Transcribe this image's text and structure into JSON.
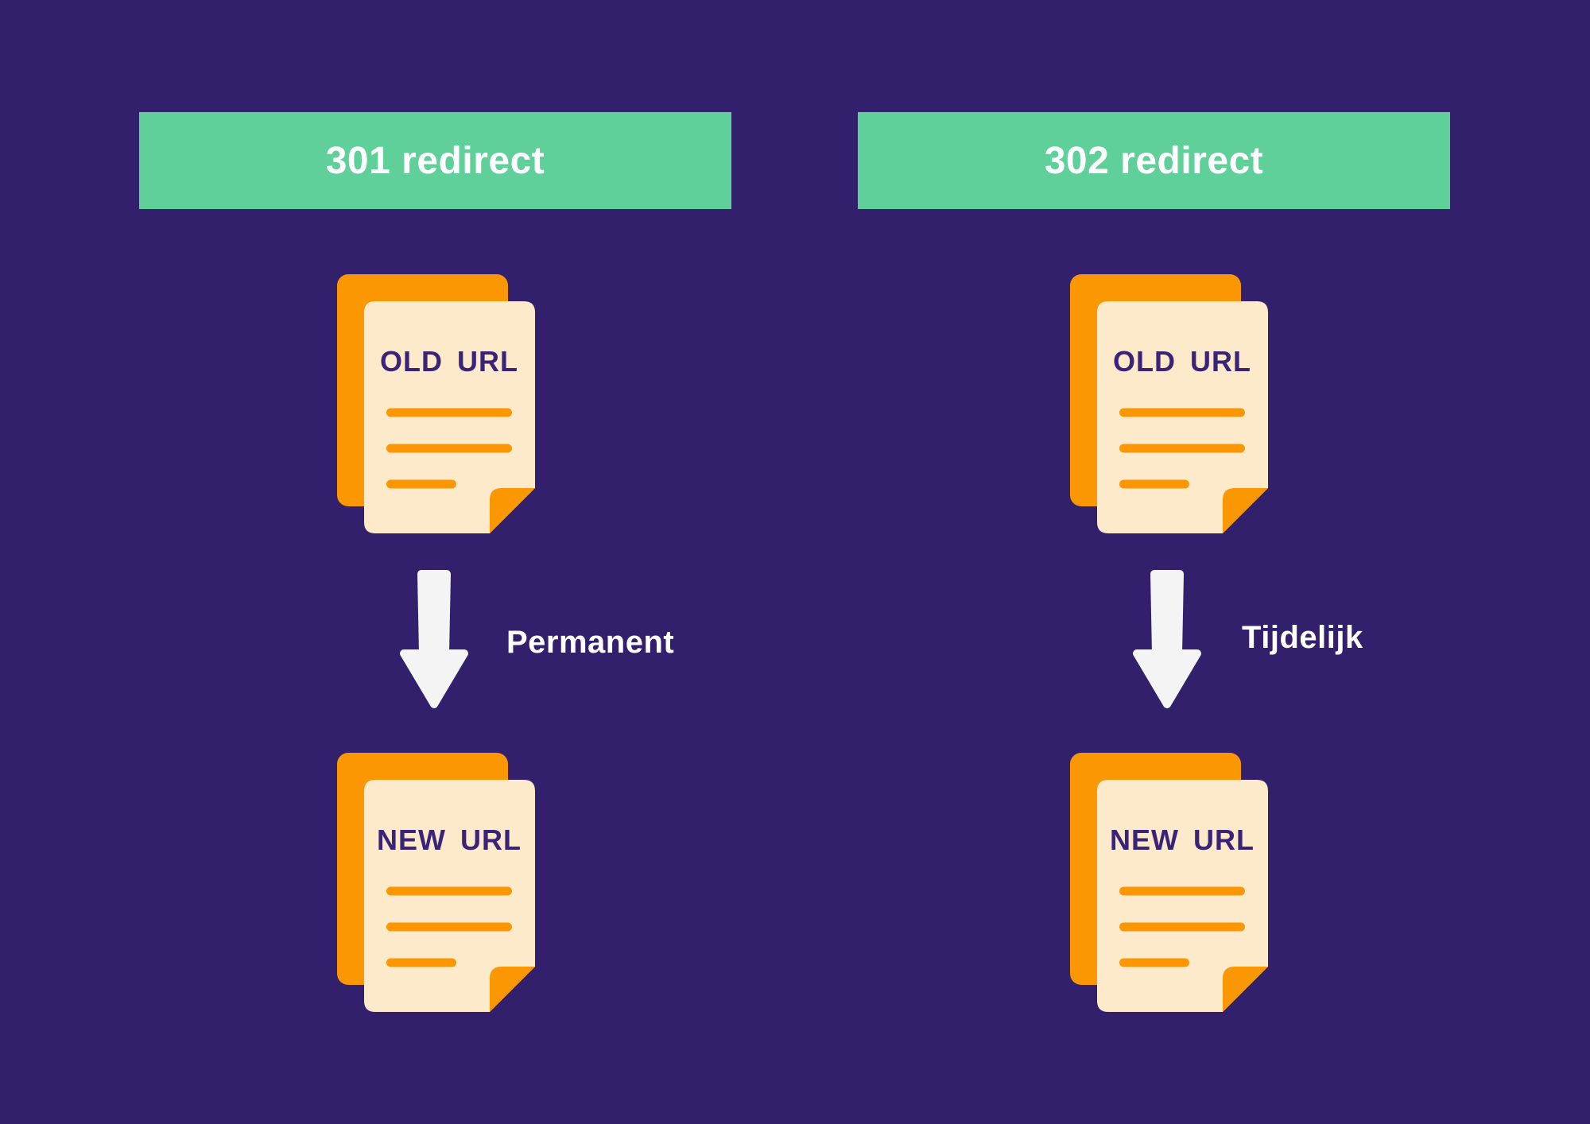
{
  "diagram": {
    "type": "comparison-infographic",
    "topic": "301 redirect vs 302 redirect"
  },
  "columns": [
    {
      "banner_label": "301 redirect",
      "top_doc_label": "OLD URL",
      "arrow_label": "Permanent",
      "bottom_doc_label": "NEW URL"
    },
    {
      "banner_label": "302 redirect",
      "top_doc_label": "OLD URL",
      "arrow_label": "Tijdelijk",
      "bottom_doc_label": "NEW URL"
    }
  ],
  "colors": {
    "background": "#33206C",
    "banner_green": "#5FD09A",
    "document_orange": "#FB9702",
    "document_cream": "#FCEACA",
    "document_label_purple": "#3B2377",
    "arrow_white": "#F4F4F5",
    "banner_text_white": "#FFFFFF"
  }
}
